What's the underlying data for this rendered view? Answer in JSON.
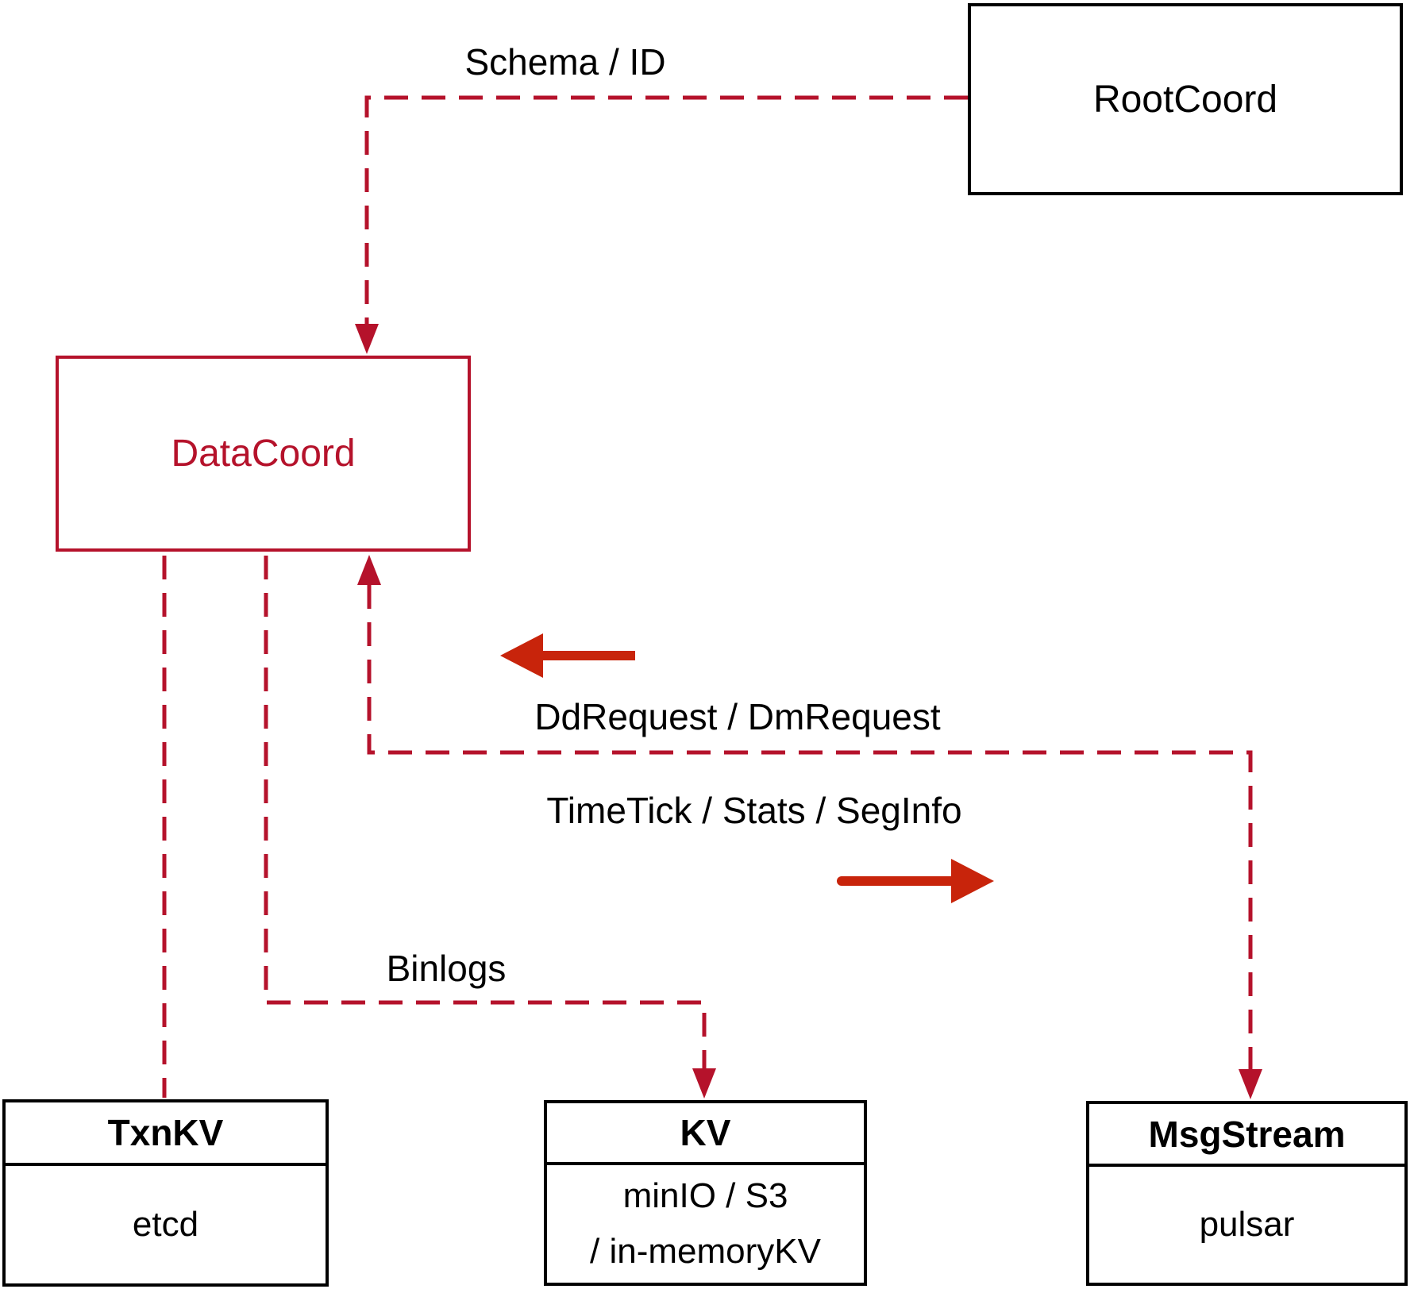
{
  "nodes": {
    "rootcoord": {
      "label": "RootCoord"
    },
    "datacoord": {
      "label": "DataCoord"
    },
    "txnkv": {
      "title": "TxnKV",
      "body": "etcd"
    },
    "kv": {
      "title": "KV",
      "body_line1": "minIO / S3",
      "body_line2": "/ in-memoryKV"
    },
    "msgstream": {
      "title": "MsgStream",
      "body": "pulsar"
    }
  },
  "edge_labels": {
    "schema_id": "Schema / ID",
    "dd_request": "DdRequest / DmRequest",
    "timetick": "TimeTick / Stats / SegInfo",
    "binlogs": "Binlogs"
  },
  "colors": {
    "crimson_dashed": "#b5122b",
    "solid_arrow_red": "#c8240b",
    "box_border_black": "#000000",
    "background": "#ffffff"
  }
}
